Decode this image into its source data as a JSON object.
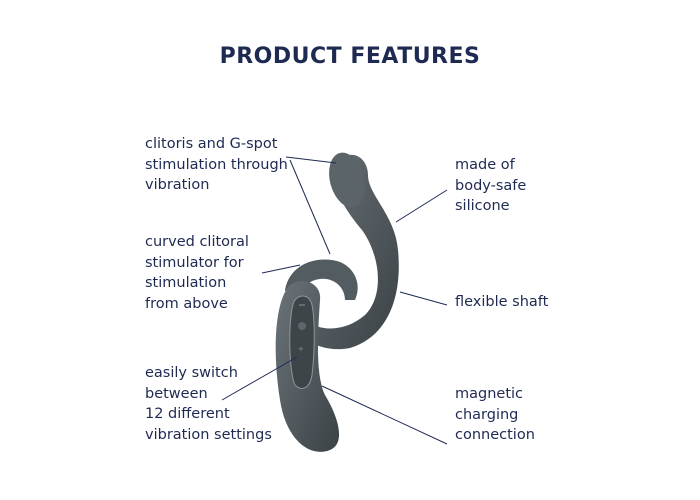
{
  "title": "PRODUCT FEATURES",
  "colors": {
    "text": "#1e2a52",
    "product": "#4a5358",
    "line": "#1e2a52"
  },
  "features_left": [
    {
      "lines": [
        "clitoris and G-spot",
        "stimulation through",
        "vibration"
      ]
    },
    {
      "lines": [
        "curved clitoral",
        "stimulator for",
        "stimulation",
        "from above"
      ]
    },
    {
      "lines": [
        "easily switch",
        "between",
        "12 different",
        "vibration settings"
      ]
    }
  ],
  "features_right": [
    {
      "lines": [
        "made of",
        "body-safe",
        "silicone"
      ]
    },
    {
      "lines": [
        "flexible shaft"
      ]
    },
    {
      "lines": [
        "magnetic",
        "charging",
        "connection"
      ]
    }
  ]
}
